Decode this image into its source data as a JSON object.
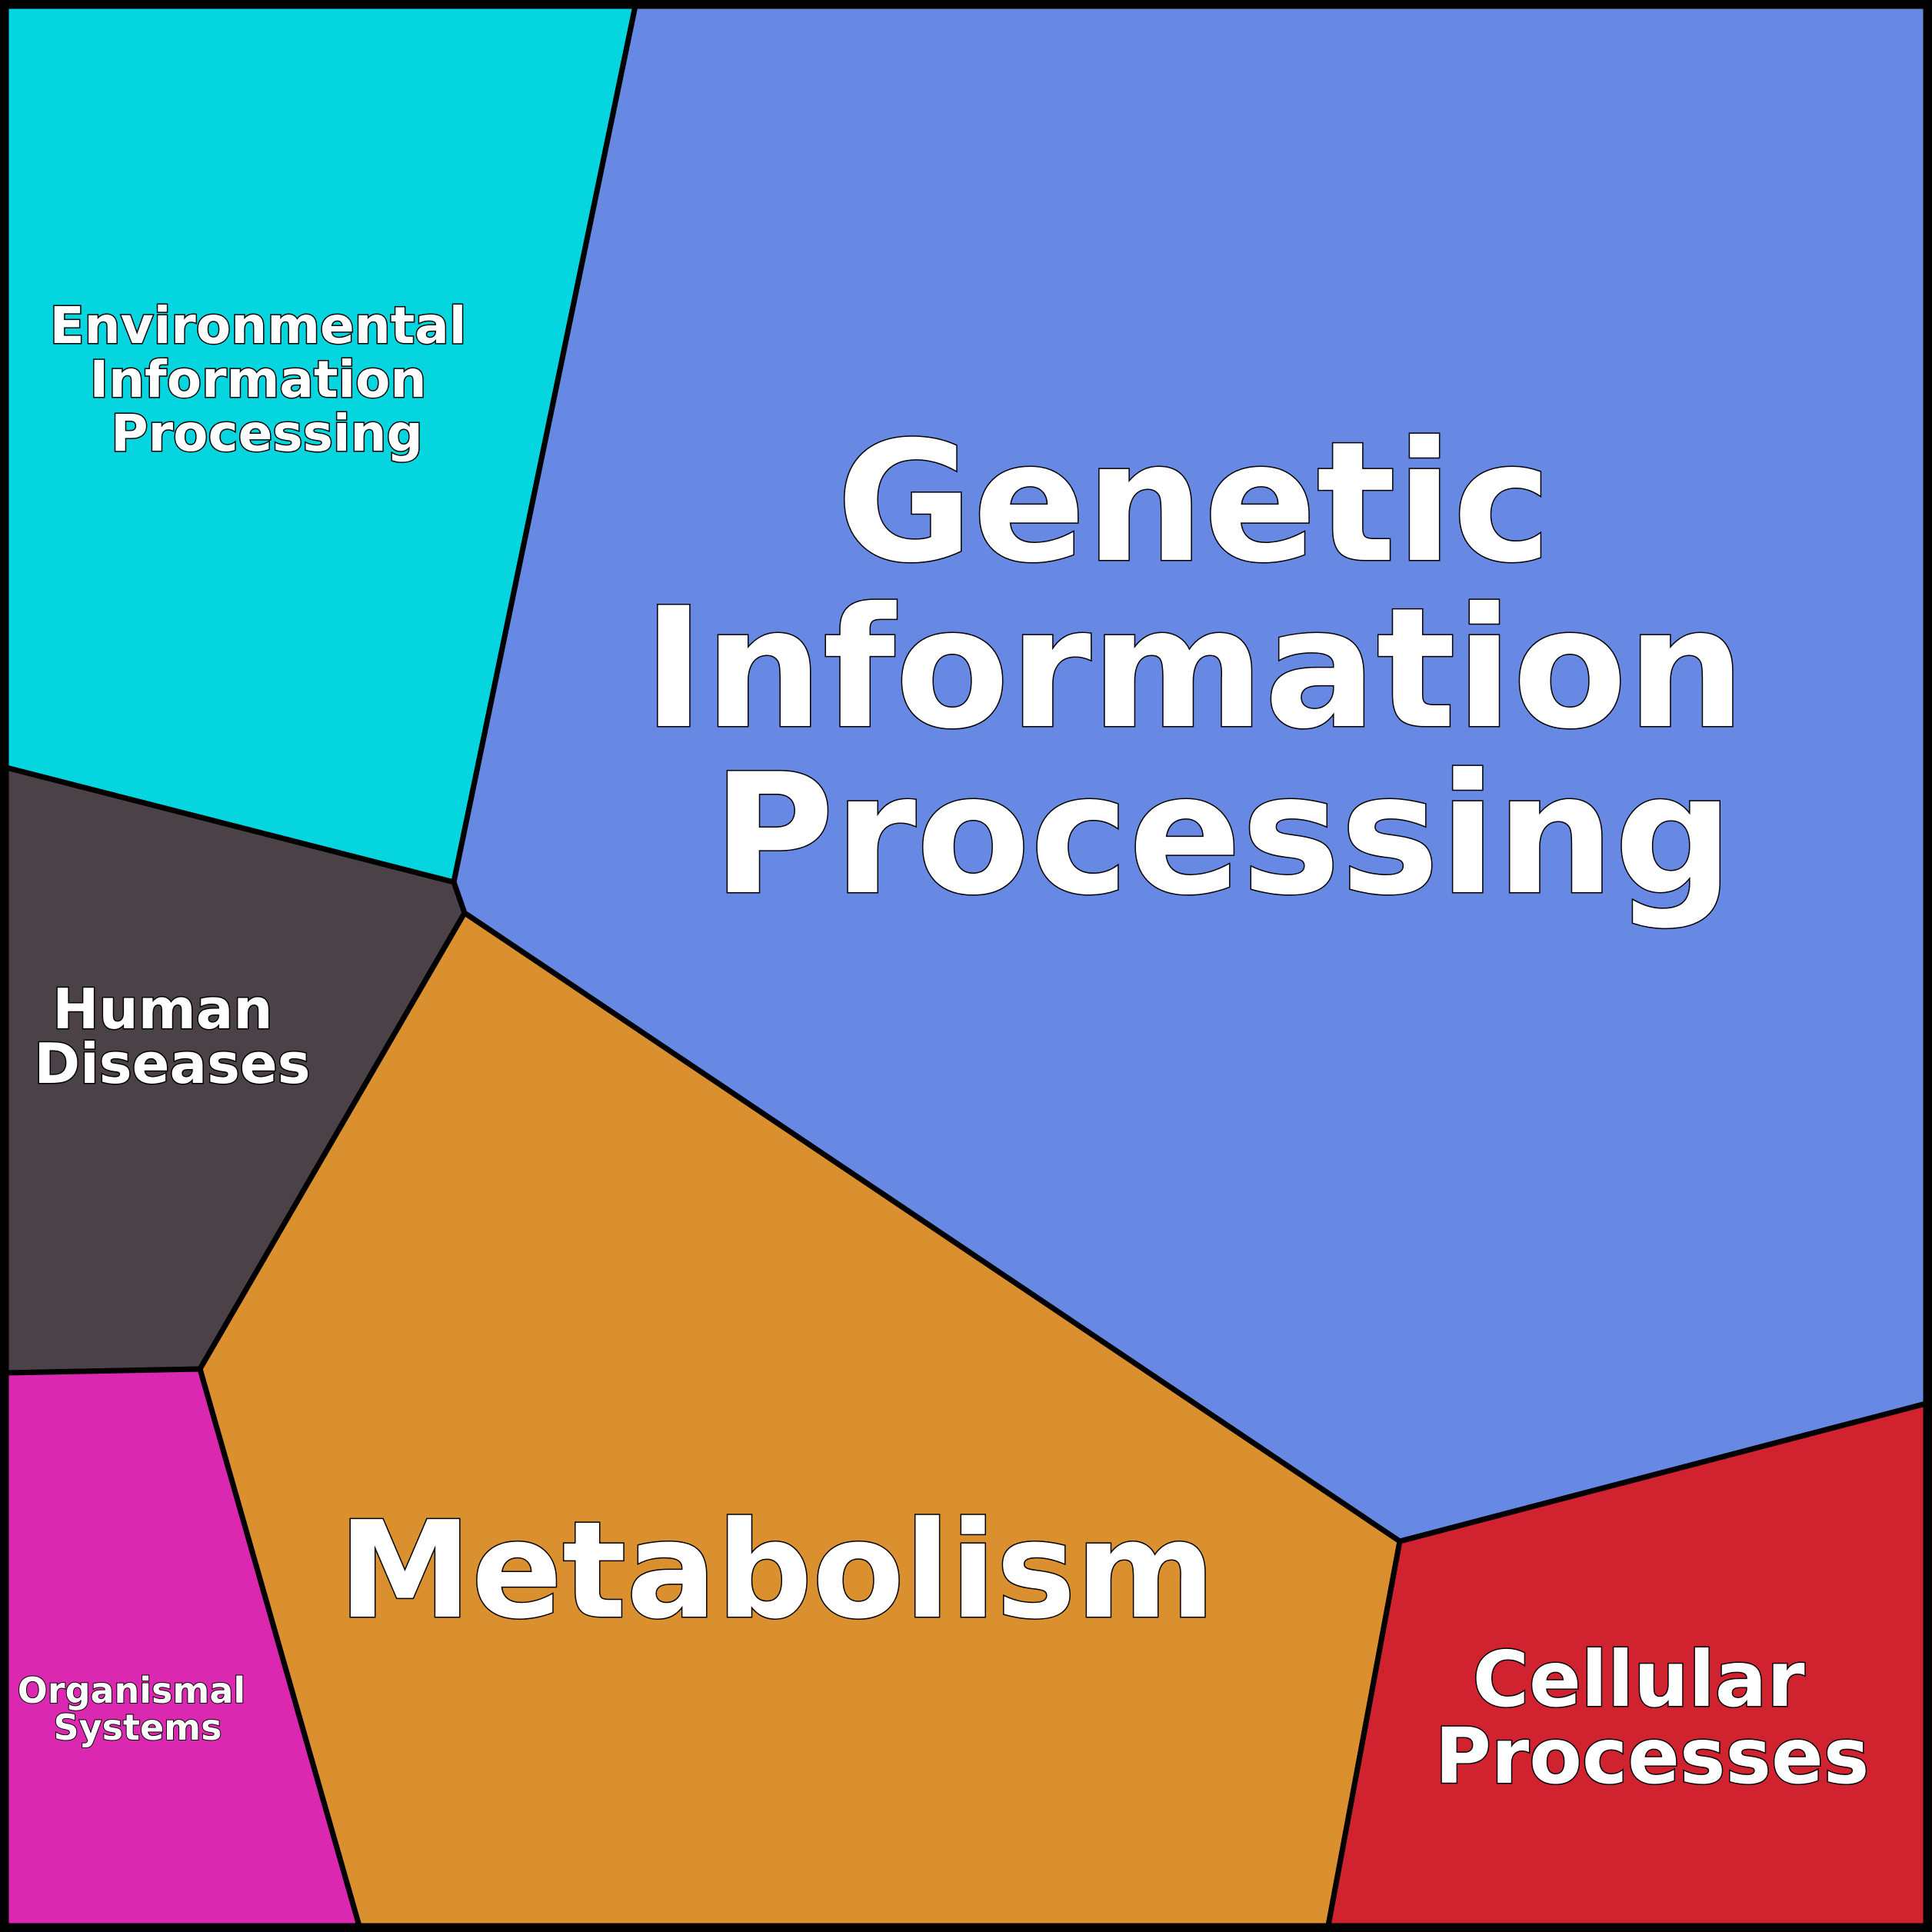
{
  "diagram": {
    "type": "voronoi-treemap",
    "regions": [
      {
        "id": "environmental",
        "label_lines": [
          "Environmental",
          "Information",
          "Processing"
        ],
        "color": "#05d5df"
      },
      {
        "id": "genetic",
        "label_lines": [
          "Genetic",
          "Information",
          "Processing"
        ],
        "color": "#6789e3"
      },
      {
        "id": "human",
        "label_lines": [
          "Human",
          "Diseases"
        ],
        "color": "#4b4248"
      },
      {
        "id": "metabolism",
        "label_lines": [
          "Metabolism"
        ],
        "color": "#da902f"
      },
      {
        "id": "organismal",
        "label_lines": [
          "Organismal",
          "Systems"
        ],
        "color": "#da28b0"
      },
      {
        "id": "cellular",
        "label_lines": [
          "Cellular",
          "Processes"
        ],
        "color": "#d12230"
      }
    ]
  }
}
